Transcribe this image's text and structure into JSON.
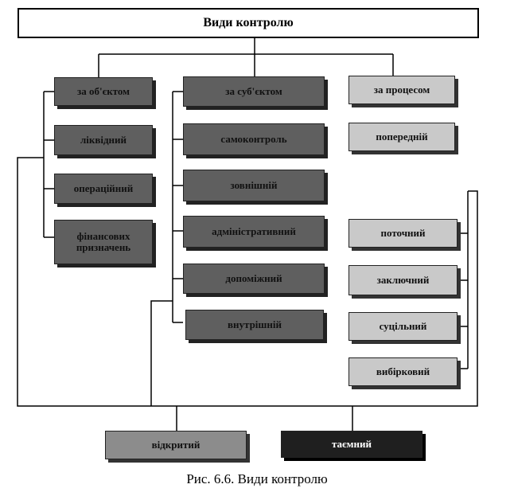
{
  "title": "Види контролю",
  "caption": "Рис. 6.6. Види контролю",
  "col1": [
    "за об'єктом",
    "ліквідний",
    "операційний",
    "фінансових призначень"
  ],
  "col2": [
    "за суб'єктом",
    "самоконтроль",
    "зовнішній",
    "адміністративний",
    "допоміжний",
    "внутрішній"
  ],
  "col3": [
    "за процесом",
    "попередній",
    "поточний",
    "заключний",
    "суцільний",
    "вибірковий"
  ],
  "bottom": [
    "відкритий",
    "таємний"
  ],
  "colors": {
    "dark": "#5f5f5f",
    "light": "#c9c9c9",
    "black": "#1f1f1f"
  }
}
